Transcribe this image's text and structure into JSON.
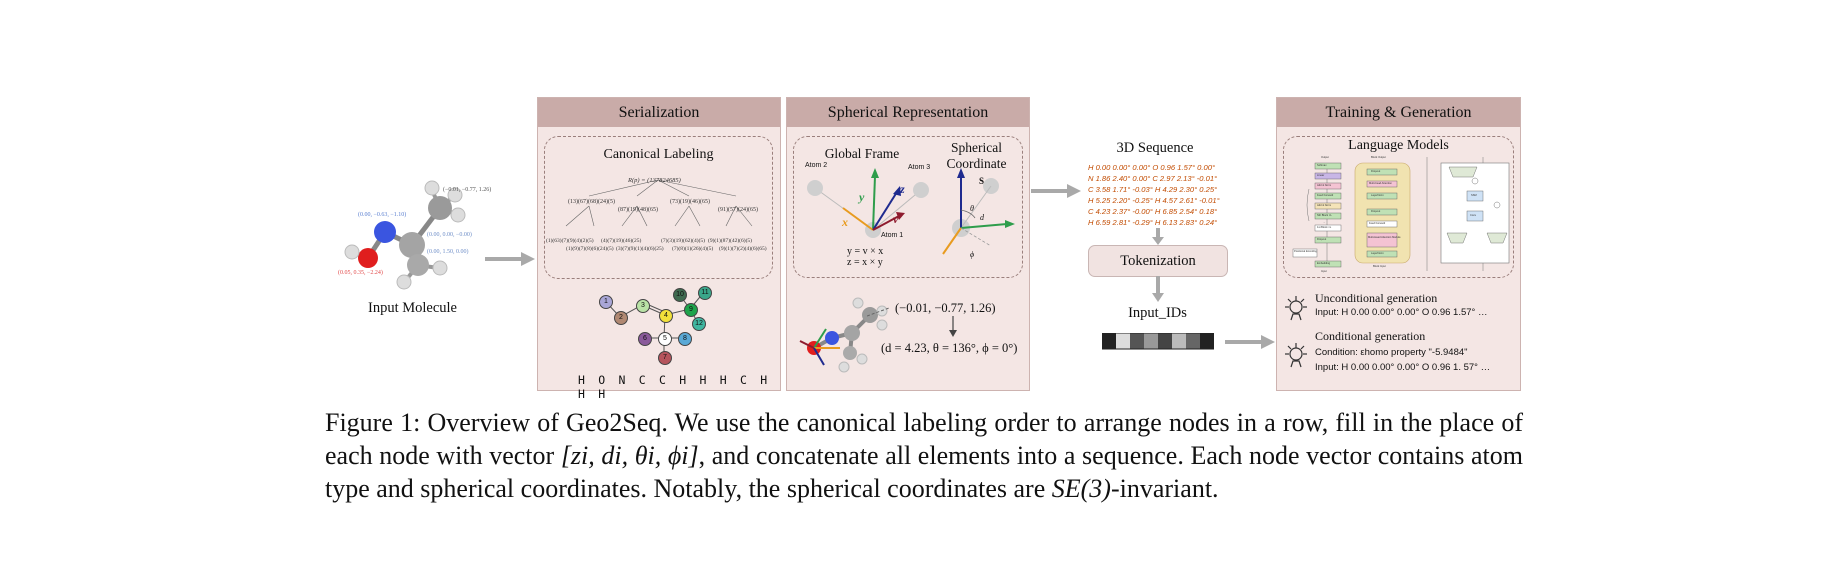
{
  "input_molecule": {
    "label": "Input Molecule",
    "coord_top": "(−0.01, −0.77, 1.26)",
    "coord_blue": "(0.00, −0.63, −1.10)",
    "coord_mid": "(0.00, 0.00, −0.00)",
    "coord_lower": "(0.00, 1.50, 0.00)",
    "coord_red": "(0.05, 0.35, −2.24)"
  },
  "serialization": {
    "header": "Serialization",
    "subtitle": "Canonical Labeling",
    "root": "R(p) = (137824685)",
    "level2": [
      "(13)(67)(68)(24)(5)",
      "(87)(19)(48)(65)",
      "(73)(19)(46)(65)",
      "(91)(57)(24)(65)"
    ],
    "level3": [
      "(1)(63)(7)(9)(4)(2)(5)",
      "(1)(9)(7)(8)(6)(24)(5)",
      "(4)(7)(19)(46)(25)",
      "(3)(7)(9)(1)(4)(6)(25)",
      "(7)(3)(19)(62)(4)(5)",
      "(7)(8)(1)(26)(4)(5)",
      "(9)(1)(87)(42)(6)(5)",
      "(9)(1)(7)(2)(4)(6)(65)"
    ],
    "nodes": [
      "1",
      "2",
      "3",
      "4",
      "5",
      "6",
      "7",
      "8",
      "9",
      "10",
      "11",
      "12"
    ],
    "atom_chain": "H O N C C H H H C H H H"
  },
  "spherical": {
    "header": "Spherical Representation",
    "global_frame": "Global Frame",
    "spherical_coordinate": "Spherical Coordinate",
    "atom2": "Atom 2",
    "atom3": "Atom 3",
    "atom1": "Atom 1",
    "axis_x": "x",
    "axis_y": "y",
    "axis_z": "z",
    "axis_v": "v",
    "eq1": "y = v × x",
    "eq2": "z = x × y",
    "label_s": "S",
    "label_theta": "θ",
    "label_d": "d",
    "label_phi": "ϕ",
    "cartesian": "(−0.01, −0.77, 1.26)",
    "spherical_result": "(d = 4.23, θ = 136°, ϕ = 0°)"
  },
  "sequence": {
    "title": "3D Sequence",
    "lines": [
      "H 0.00 0.00° 0.00° O 0.96 1.57° 0.00°",
      "N 1.86 2.40° 0.00° C 2.97 2.13° -0.01°",
      "C 3.58 1.71° -0.03° H 4.29 2.30° 0.25°",
      "H 5.25 2.20° -0.25° H 4.57 2.61° -0.01°",
      "C 4.23 2.37° -0.00° H 6.85 2.54° 0.18°",
      "H 6.59 2.81° -0.29° H 6.13 2.83° 0.24°"
    ],
    "tokenization": "Tokenization",
    "input_ids": "Input_IDs"
  },
  "training": {
    "header": "Training & Generation",
    "language_models": "Language Models",
    "unconditional_title": "Unconditional generation",
    "unconditional_input": "Input: H 0.00 0.00° 0.00° O 0.96 1.57° …",
    "conditional_title": "Conditional generation",
    "conditional_condition": "Condition: εhomo property \"-5.9484\"",
    "conditional_input": "Input: H 0.00 0.00° 0.00° O 0.96 1. 57° …",
    "diagram_left": [
      "Output",
      "Softmax",
      "Linear",
      "Add & Norm",
      "Feed Forward",
      "Add & Norm",
      "Nth Block ×L",
      "...",
      "1st Block ×L",
      "Dropout",
      "Positional Encoding",
      "Embedding",
      "Input"
    ],
    "diagram_mid": [
      "Block Output",
      "Dropout",
      "Multi-head Attention",
      "LayerNorm",
      "Dropout",
      "Feed Forward",
      "Multi-Head Attention Module",
      "LayerNorm",
      "Block Input"
    ],
    "diagram_right": [
      "SSM",
      "Conv"
    ]
  },
  "caption": {
    "p1": "Figure 1: Overview of Geo2Seq. We use the canonical labeling order to arrange nodes in a row, fill in the place of each node with vector ",
    "vec": "[zi, di, θi, ϕi]",
    "p2": ", and concatenate all elements into a sequence. Each node vector contains atom type and spherical coordinates. Notably, the spherical coordinates are ",
    "se3": "SE(3)",
    "p3": "-invariant."
  },
  "colors": {
    "panel_bg": "#f4e6e4",
    "panel_header": "#c9aba8",
    "sequence_text": "#c24b00",
    "arrow": "#a9a9a9"
  }
}
